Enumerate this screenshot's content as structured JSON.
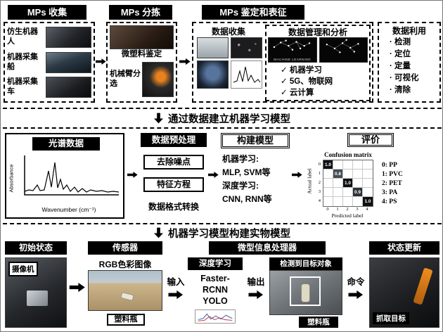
{
  "palette": {
    "header_bg": "#000000",
    "header_fg": "#ffffff"
  },
  "top": {
    "collection": {
      "title": "MPs 收集",
      "items": [
        "仿生机器人",
        "机器采集船",
        "机器采集车"
      ]
    },
    "sorting": {
      "title": "MPs 分拣",
      "item1": "微塑料鉴定",
      "item2": "机械臂分选"
    },
    "characterization": {
      "title": "MPs 鉴定和表征",
      "data_collection_title": "数据收集",
      "data_management": {
        "title": "数据管理和分析",
        "brain_caption": "MACHINE LEARNING",
        "checks": [
          "✓ 机器学习",
          "✓ 5G、物联网",
          "✓ 云计算"
        ]
      },
      "data_utilization": {
        "title": "数据利用",
        "items": [
          "· 检测",
          "· 定位",
          "· 定量",
          "· 可视化",
          "· 清除"
        ]
      }
    }
  },
  "separator1": {
    "label": "通过数据建立机器学习模型"
  },
  "middle": {
    "spectra": {
      "title": "光谱数据",
      "ylabel": "Absorbance",
      "xlabel": "Wavenumber (cm⁻¹)"
    },
    "preprocess": {
      "title": "数据预处理",
      "steps": [
        "去除噪点",
        "特征方程",
        "数据格式转换"
      ]
    },
    "model": {
      "title": "构建模型",
      "lines": [
        "机器学习:",
        "MLP, SVM等",
        "深度学习:",
        "CNN, RNN等"
      ]
    },
    "evaluation": {
      "title": "评价",
      "chart": {
        "type": "heatmap",
        "title": "Confusion matrix",
        "xlabel": "Predicted label",
        "ylabel": "Actual label",
        "ticks": [
          "0",
          "1",
          "2",
          "3",
          "4"
        ],
        "diagonal": [
          "1.0",
          "0.8",
          "1.0",
          "0.9",
          "1.0"
        ],
        "classes": [
          "0: PP",
          "1: PVC",
          "2: PET",
          "3: PA",
          "4: PS"
        ]
      }
    }
  },
  "separator2": {
    "label": "机器学习模型构建实物模型"
  },
  "bottom": {
    "initial": {
      "title": "初始状态",
      "camera_label": "摄像机"
    },
    "sensor": {
      "title": "传感器",
      "caption": "RGB色彩图像",
      "tag": "塑料瓶"
    },
    "arrows": {
      "input": "输入",
      "output": "输出",
      "command": "命令"
    },
    "processor": {
      "title": "微型信息处理器",
      "dl_title": "深度学习",
      "dl_lines": [
        "Faster-",
        "RCNN",
        "YOLO"
      ],
      "detect_title": "检测到目标对象",
      "detect_tag": "塑料瓶"
    },
    "update": {
      "title": "状态更新",
      "tag": "抓取目标"
    }
  }
}
